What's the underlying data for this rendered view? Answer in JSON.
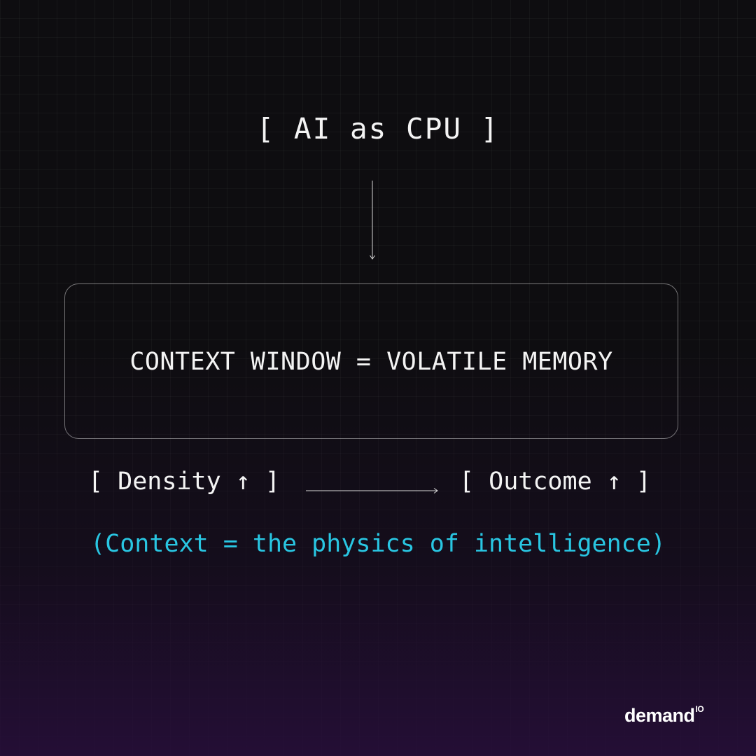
{
  "diagram": {
    "top_label": "[ AI as CPU ]",
    "box_label": "CONTEXT WINDOW = VOLATILE MEMORY",
    "left_label": "[ Density ↑ ]",
    "right_label": "[ Outcome ↑ ]",
    "tagline": "(Context = the physics of intelligence)"
  },
  "brand": {
    "name": "demand",
    "superscript": "IO"
  },
  "colors": {
    "background": "#0d0c0e",
    "text": "#f4f4f4",
    "accent": "#29c6e2",
    "gradient_bottom": "#280e3c"
  },
  "icons": {
    "down_arrow": "arrow-down-icon",
    "right_arrow": "arrow-right-icon"
  }
}
